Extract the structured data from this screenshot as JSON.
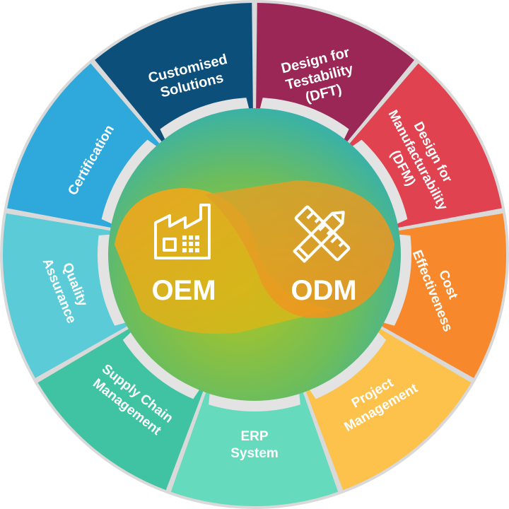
{
  "segments": [
    {
      "lines": [
        "Design for",
        "Testability",
        "(DFT)"
      ],
      "color": "#9a2756"
    },
    {
      "lines": [
        "Design for",
        "Manufacturability",
        "(DFM)"
      ],
      "color": "#e0434f"
    },
    {
      "lines": [
        "Cost",
        "Effectiveness"
      ],
      "color": "#f7882b"
    },
    {
      "lines": [
        "Project",
        "Management"
      ],
      "color": "#fcc24b"
    },
    {
      "lines": [
        "ERP",
        "System"
      ],
      "color": "#66dabc"
    },
    {
      "lines": [
        "Supply Chain",
        "Management"
      ],
      "color": "#3fc3a2"
    },
    {
      "lines": [
        "Quality",
        "Assurance"
      ],
      "color": "#5bcbd8"
    },
    {
      "lines": [
        "Certification"
      ],
      "color": "#2fa9dc"
    },
    {
      "lines": [
        "Customised",
        "Solutions"
      ],
      "color": "#0c4f7b"
    }
  ],
  "center": {
    "left_label": "OEM",
    "right_label": "ODM",
    "left_icon": "factory-icon",
    "right_icon": "ruler-pencil-icon",
    "colors": {
      "teal": "#2bb0b7",
      "yellow": "#f6ab1a",
      "green": "#a8c820",
      "orange": "#f7941d",
      "gear": "#e3e3e3"
    }
  }
}
